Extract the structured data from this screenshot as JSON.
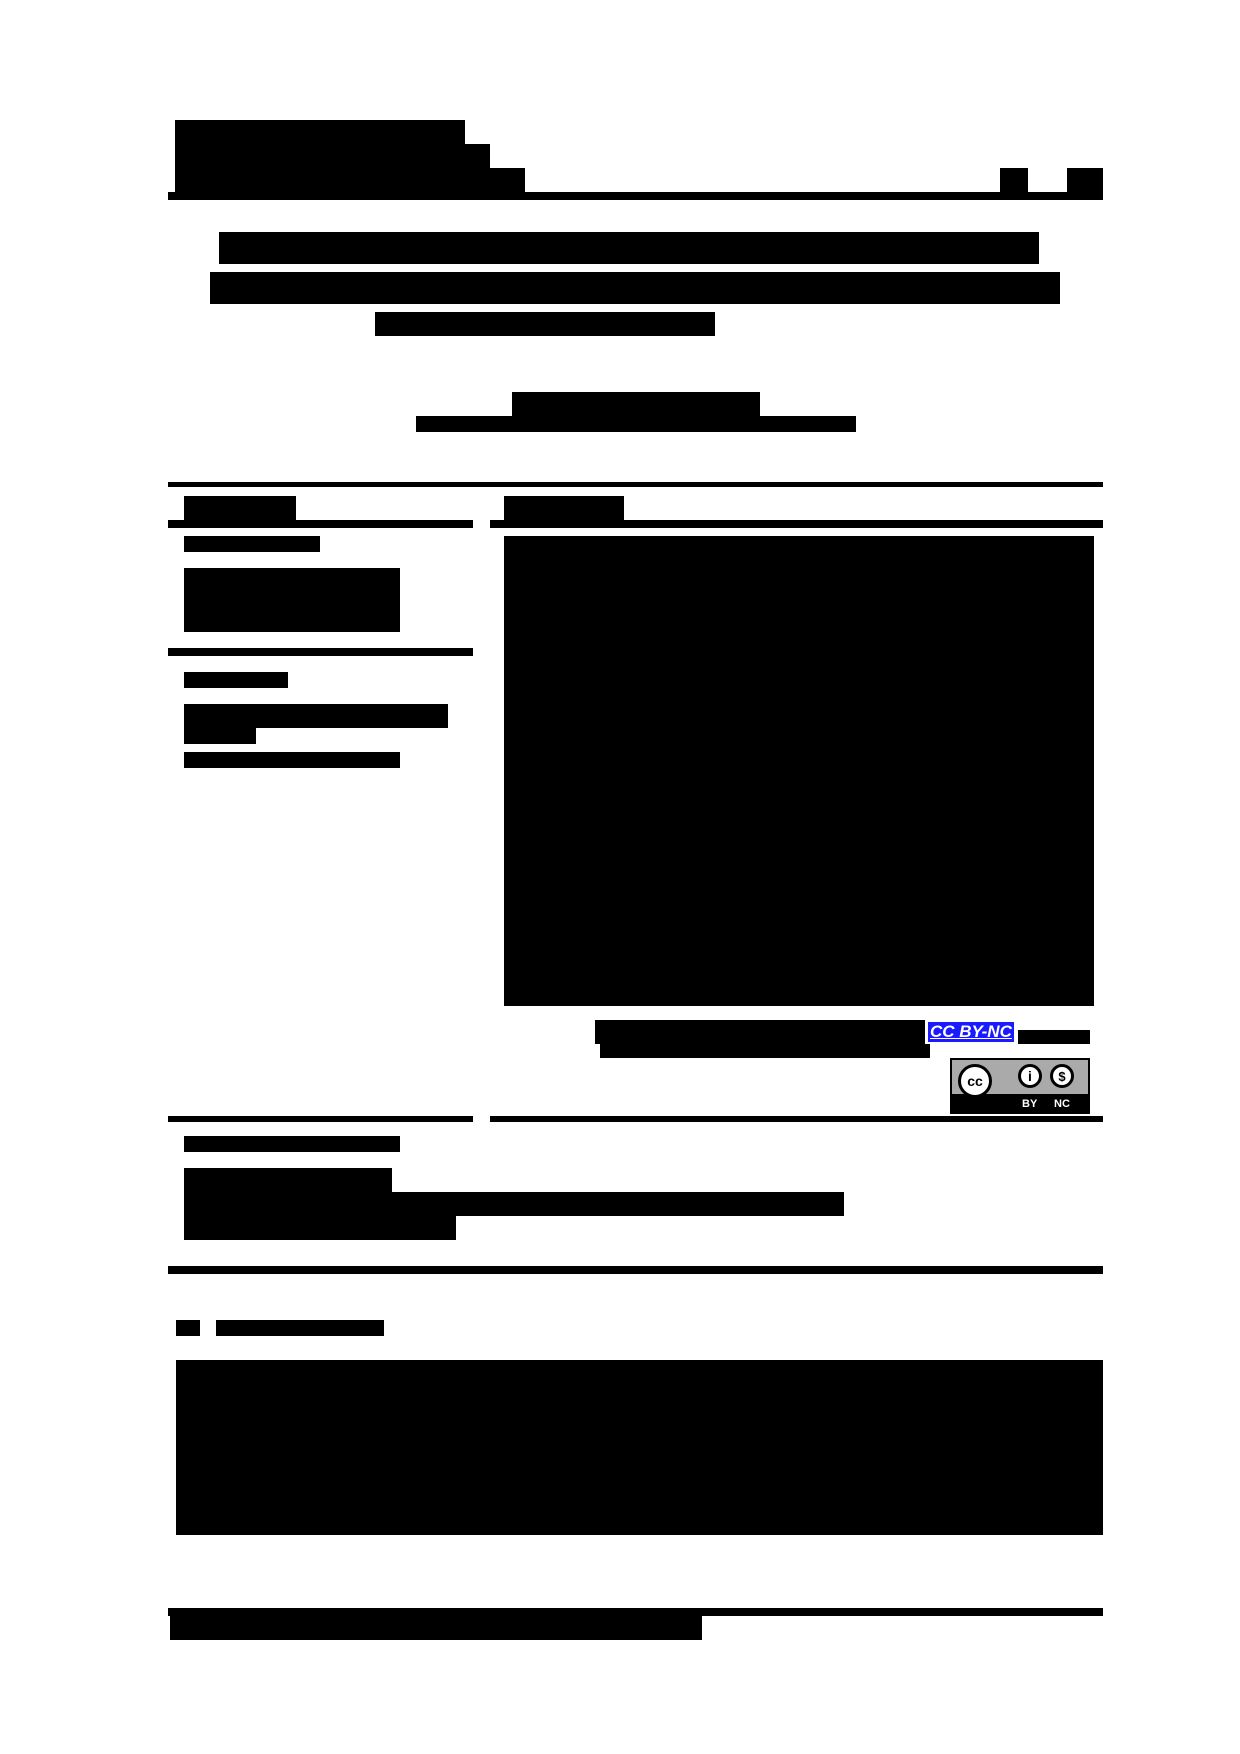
{
  "page": {
    "type": "journal-article-first-page",
    "redacted": true
  },
  "header": {
    "journal_block": "[redacted]",
    "page_number": "[redacted]"
  },
  "title": "[redacted]",
  "authors": "[redacted]",
  "affiliation": "[redacted]",
  "article_info": {
    "heading": "[redacted]",
    "history_heading": "[redacted]",
    "history": "[redacted]",
    "keywords_heading": "[redacted]",
    "keywords": "[redacted]"
  },
  "abstract": {
    "heading": "[redacted]",
    "body": "[redacted]",
    "license_text_prefix": "[redacted]",
    "license_link": "CC BY-NC",
    "license_text_suffix": "[redacted]"
  },
  "cc_badge": {
    "icon": "creative-commons-by-nc-badge",
    "cc_label": "cc",
    "by_label": "BY",
    "nc_label": "NC"
  },
  "corresponding_author": {
    "heading": "[redacted]",
    "name": "[redacted]",
    "details": "[redacted]"
  },
  "introduction": {
    "heading": "[redacted]",
    "body": "[redacted]"
  },
  "footer": {
    "text": "[redacted]"
  }
}
